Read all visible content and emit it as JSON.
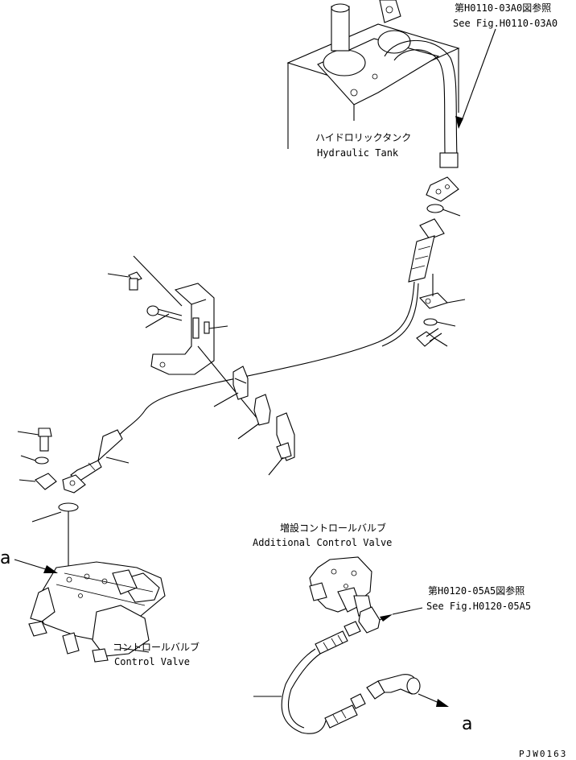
{
  "labels": {
    "tank_ref_jp": "第H0110-03A0図参照",
    "tank_ref_en": "See Fig.H0110-03A0",
    "tank_jp": "ハイドロリックタンク",
    "tank_en": "Hydraulic Tank",
    "add_valve_jp": "増設コントロールバルブ",
    "add_valve_en": "Additional Control Valve",
    "valve_ref_jp": "第H0120-05A5図参照",
    "valve_ref_en": "See Fig.H0120-05A5",
    "valve_jp": "コントロールバルブ",
    "valve_en": "Control Valve",
    "conn_a_left": "a",
    "conn_a_right": "a",
    "drawing_code": "PJW0163"
  }
}
